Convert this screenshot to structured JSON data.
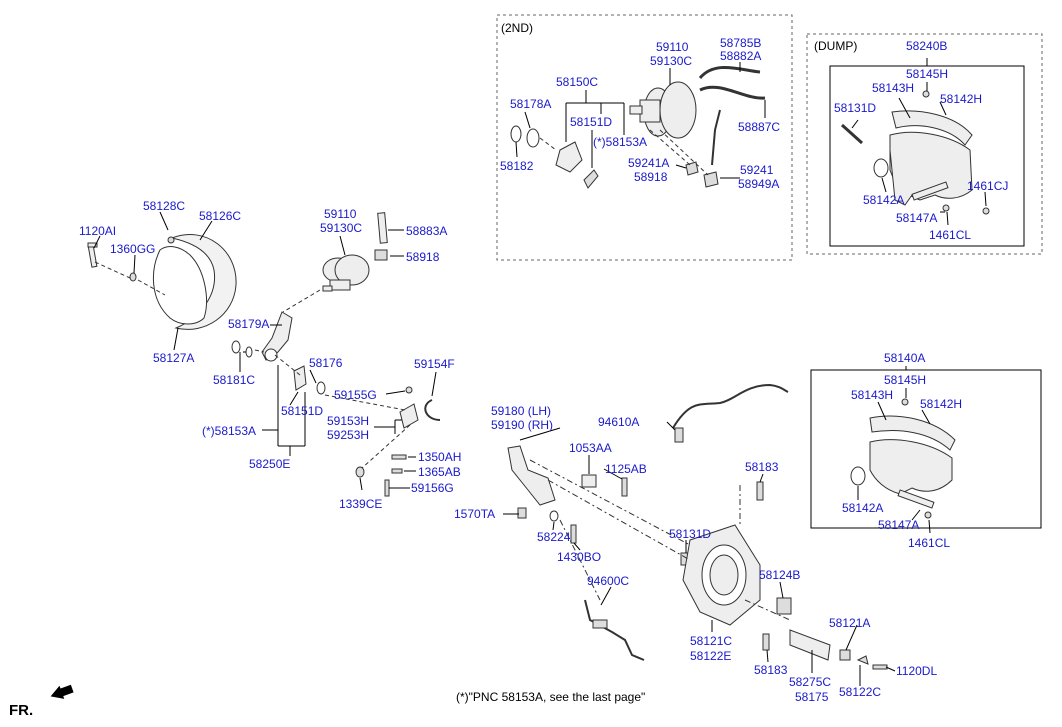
{
  "colors": {
    "label": "#1a1acc",
    "line": "#000000",
    "part_fill": "#f2f2f2",
    "part_stroke": "#333333"
  },
  "section_titles": {
    "second": "(2ND)",
    "dump": "(DUMP)"
  },
  "footnote": "(*)\"PNC 58153A, see the last page\"",
  "fr_label": "FR.",
  "labels": {
    "p_1120AI": "1120AI",
    "p_58128C": "58128C",
    "p_58126C": "58126C",
    "p_1360GG": "1360GG",
    "p_58127A": "58127A",
    "p_58179A": "58179A",
    "p_58181C": "58181C",
    "p_58176": "58176",
    "p_58151D_l": "58151D",
    "p_58153A_l": "(*)58153A",
    "p_58250E": "58250E",
    "p_59110_l": "59110",
    "p_59130C_l": "59130C",
    "p_58883A": "58883A",
    "p_58918_l": "58918",
    "p_59154F": "59154F",
    "p_59155G": "59155G",
    "p_59153H": "59153H",
    "p_59253H": "59253H",
    "p_1350AH": "1350AH",
    "p_1365AB": "1365AB",
    "p_59156G": "59156G",
    "p_1339CE": "1339CE",
    "p_59110_t": "59110",
    "p_59130C_t": "59130C",
    "p_58785B": "58785B",
    "p_58882A": "58882A",
    "p_58150C": "58150C",
    "p_58178A": "58178A",
    "p_58151D_t": "58151D",
    "p_58153A_t": "(*)58153A",
    "p_58887C": "58887C",
    "p_58182": "58182",
    "p_59241A": "59241A",
    "p_58918_t": "58918",
    "p_59241": "59241",
    "p_58949A": "58949A",
    "p_58240B": "58240B",
    "p_58145H_t": "58145H",
    "p_58143H_t": "58143H",
    "p_58142H_t": "58142H",
    "p_58131D_t": "58131D",
    "p_58142A_t": "58142A",
    "p_1461CJ": "1461CJ",
    "p_58147A_t": "58147A",
    "p_1461CL_t": "1461CL",
    "p_58140A": "58140A",
    "p_58145H_b": "58145H",
    "p_58143H_b": "58143H",
    "p_58142H_b": "58142H",
    "p_58142A_b": "58142A",
    "p_58147A_b": "58147A",
    "p_1461CL_b": "1461CL",
    "p_59180": "59180 (LH)",
    "p_59190": "59190 (RH)",
    "p_94610A": "94610A",
    "p_1053AA": "1053AA",
    "p_1125AB": "1125AB",
    "p_58183_t": "58183",
    "p_1570TA": "1570TA",
    "p_58224": "58224",
    "p_1430BO": "1430BO",
    "p_58131D_b": "58131D",
    "p_94600C": "94600C",
    "p_58124B": "58124B",
    "p_58121C": "58121C",
    "p_58122E": "58122E",
    "p_58183_b": "58183",
    "p_58121A": "58121A",
    "p_58275C": "58275C",
    "p_58175": "58175",
    "p_58122C": "58122C",
    "p_1120DL": "1120DL"
  }
}
